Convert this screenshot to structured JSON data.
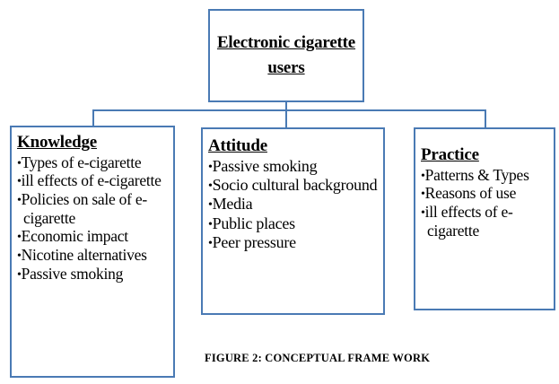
{
  "figure": {
    "caption": "FIGURE 2: CONCEPTUAL FRAME WORK",
    "border_color": "#4a7ab4",
    "text_color": "#000000",
    "background_color": "#ffffff"
  },
  "root": {
    "title": "Electronic cigarette users"
  },
  "branches": [
    {
      "heading": "Knowledge",
      "items": [
        "Types  of e-cigarette",
        "ill effects of e-cigarette",
        "Policies on sale of e-cigarette",
        "Economic impact",
        "Nicotine alternatives",
        "Passive smoking"
      ]
    },
    {
      "heading": "Attitude",
      "items": [
        "Passive smoking",
        "Socio cultural background",
        "Media",
        "Public places",
        "Peer pressure"
      ]
    },
    {
      "heading": "Practice",
      "items": [
        "Patterns & Types",
        "Reasons of use",
        "ill effects of e-cigarette"
      ]
    }
  ]
}
